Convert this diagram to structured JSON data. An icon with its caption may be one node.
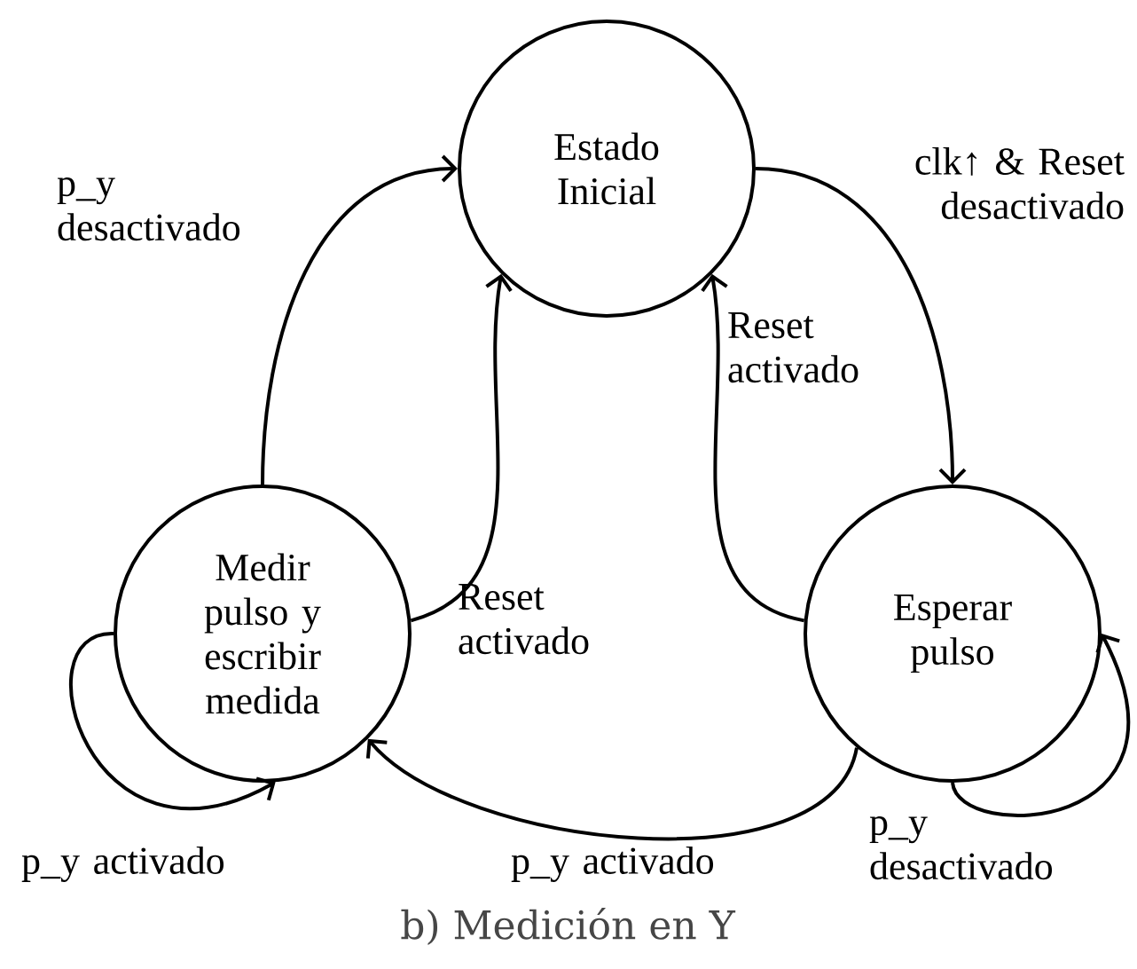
{
  "diagram": {
    "caption": "b) Medición en Y",
    "nodes": [
      {
        "text": [
          "Estado Inicial"
        ]
      },
      {
        "text": [
          "Medir pulso y escribir medida"
        ]
      },
      {
        "text": [
          "Esperar pulso"
        ]
      }
    ],
    "edges": [
      {
        "from": 1,
        "to": 0,
        "arrow": "to",
        "label": "p_y desactivado"
      },
      {
        "from": 1,
        "to": 0,
        "arrow": "to",
        "label": "Reset activado"
      },
      {
        "from": 0,
        "to": 2,
        "arrow": "to",
        "label": "clk↑ & Reset desactivado"
      },
      {
        "from": 2,
        "to": 0,
        "arrow": "to",
        "label": "Reset activado"
      },
      {
        "from": 2,
        "to": 1,
        "arrow": "to",
        "label": "p_y activado"
      },
      {
        "from": 1,
        "to": 1,
        "arrow": "to",
        "label": "p_y activado"
      },
      {
        "from": 2,
        "to": 2,
        "arrow": "to",
        "label": "p_y desactivado"
      }
    ]
  }
}
